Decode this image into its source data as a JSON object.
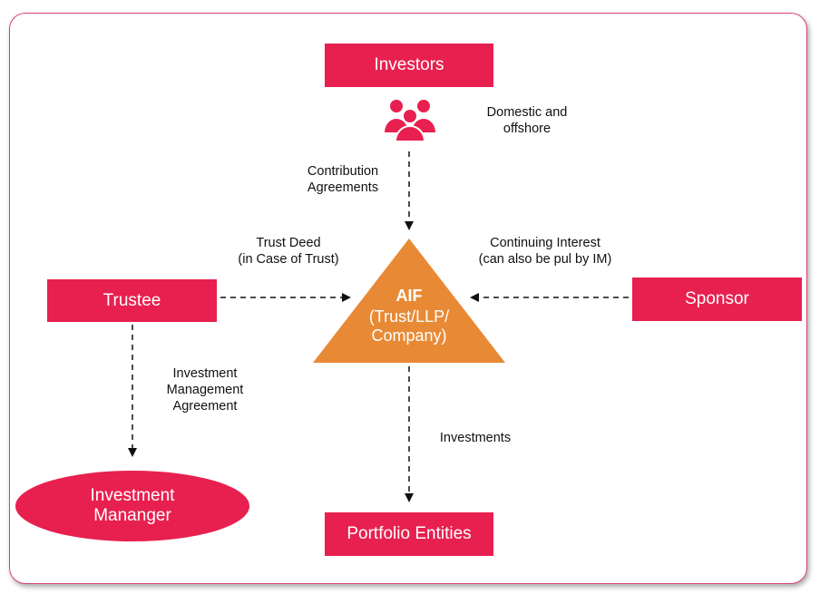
{
  "nodes": {
    "investors": "Investors",
    "trustee": "Trustee",
    "sponsor": "Sponsor",
    "investment_manager": "Investment\nMananger",
    "portfolio_entities": "Portfolio Entities",
    "aif_title": "AIF",
    "aif_sub": "(Trust/LLP/\nCompany)"
  },
  "labels": {
    "domestic": "Domestic and\noffshore",
    "contribution": "Contribution\nAgreements",
    "trust_deed": "Trust Deed\n(in Case of Trust)",
    "continuing": "Continuing Interest\n(can also be pul by IM)",
    "ima": "Investment\nManagement\nAgreement",
    "investments": "Investments"
  },
  "colors": {
    "node": "#e8204f",
    "aif": "#e88a35",
    "frame": "#d9456e"
  },
  "icons": {
    "investors": "group-people-icon"
  }
}
